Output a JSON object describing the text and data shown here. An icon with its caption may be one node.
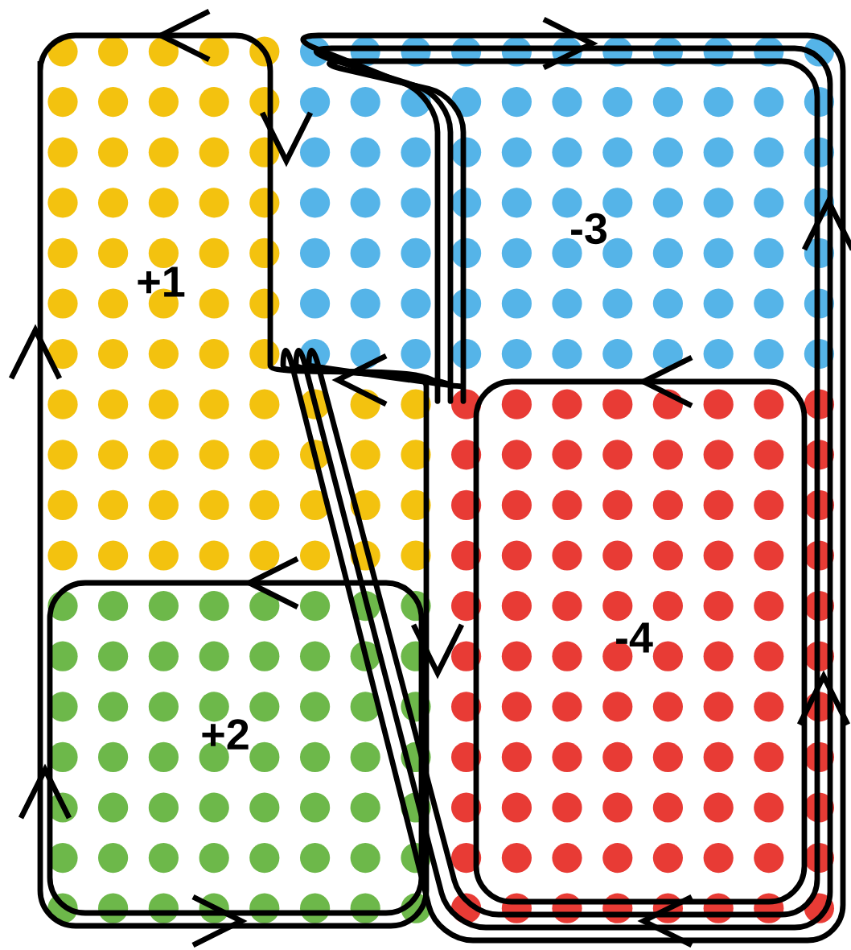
{
  "diagram": {
    "nodes": [
      {
        "text": [
          "+1"
        ]
      },
      {
        "text": [
          "+2"
        ]
      },
      {
        "text": [
          "-3"
        ]
      },
      {
        "text": [
          "-4"
        ]
      }
    ]
  }
}
